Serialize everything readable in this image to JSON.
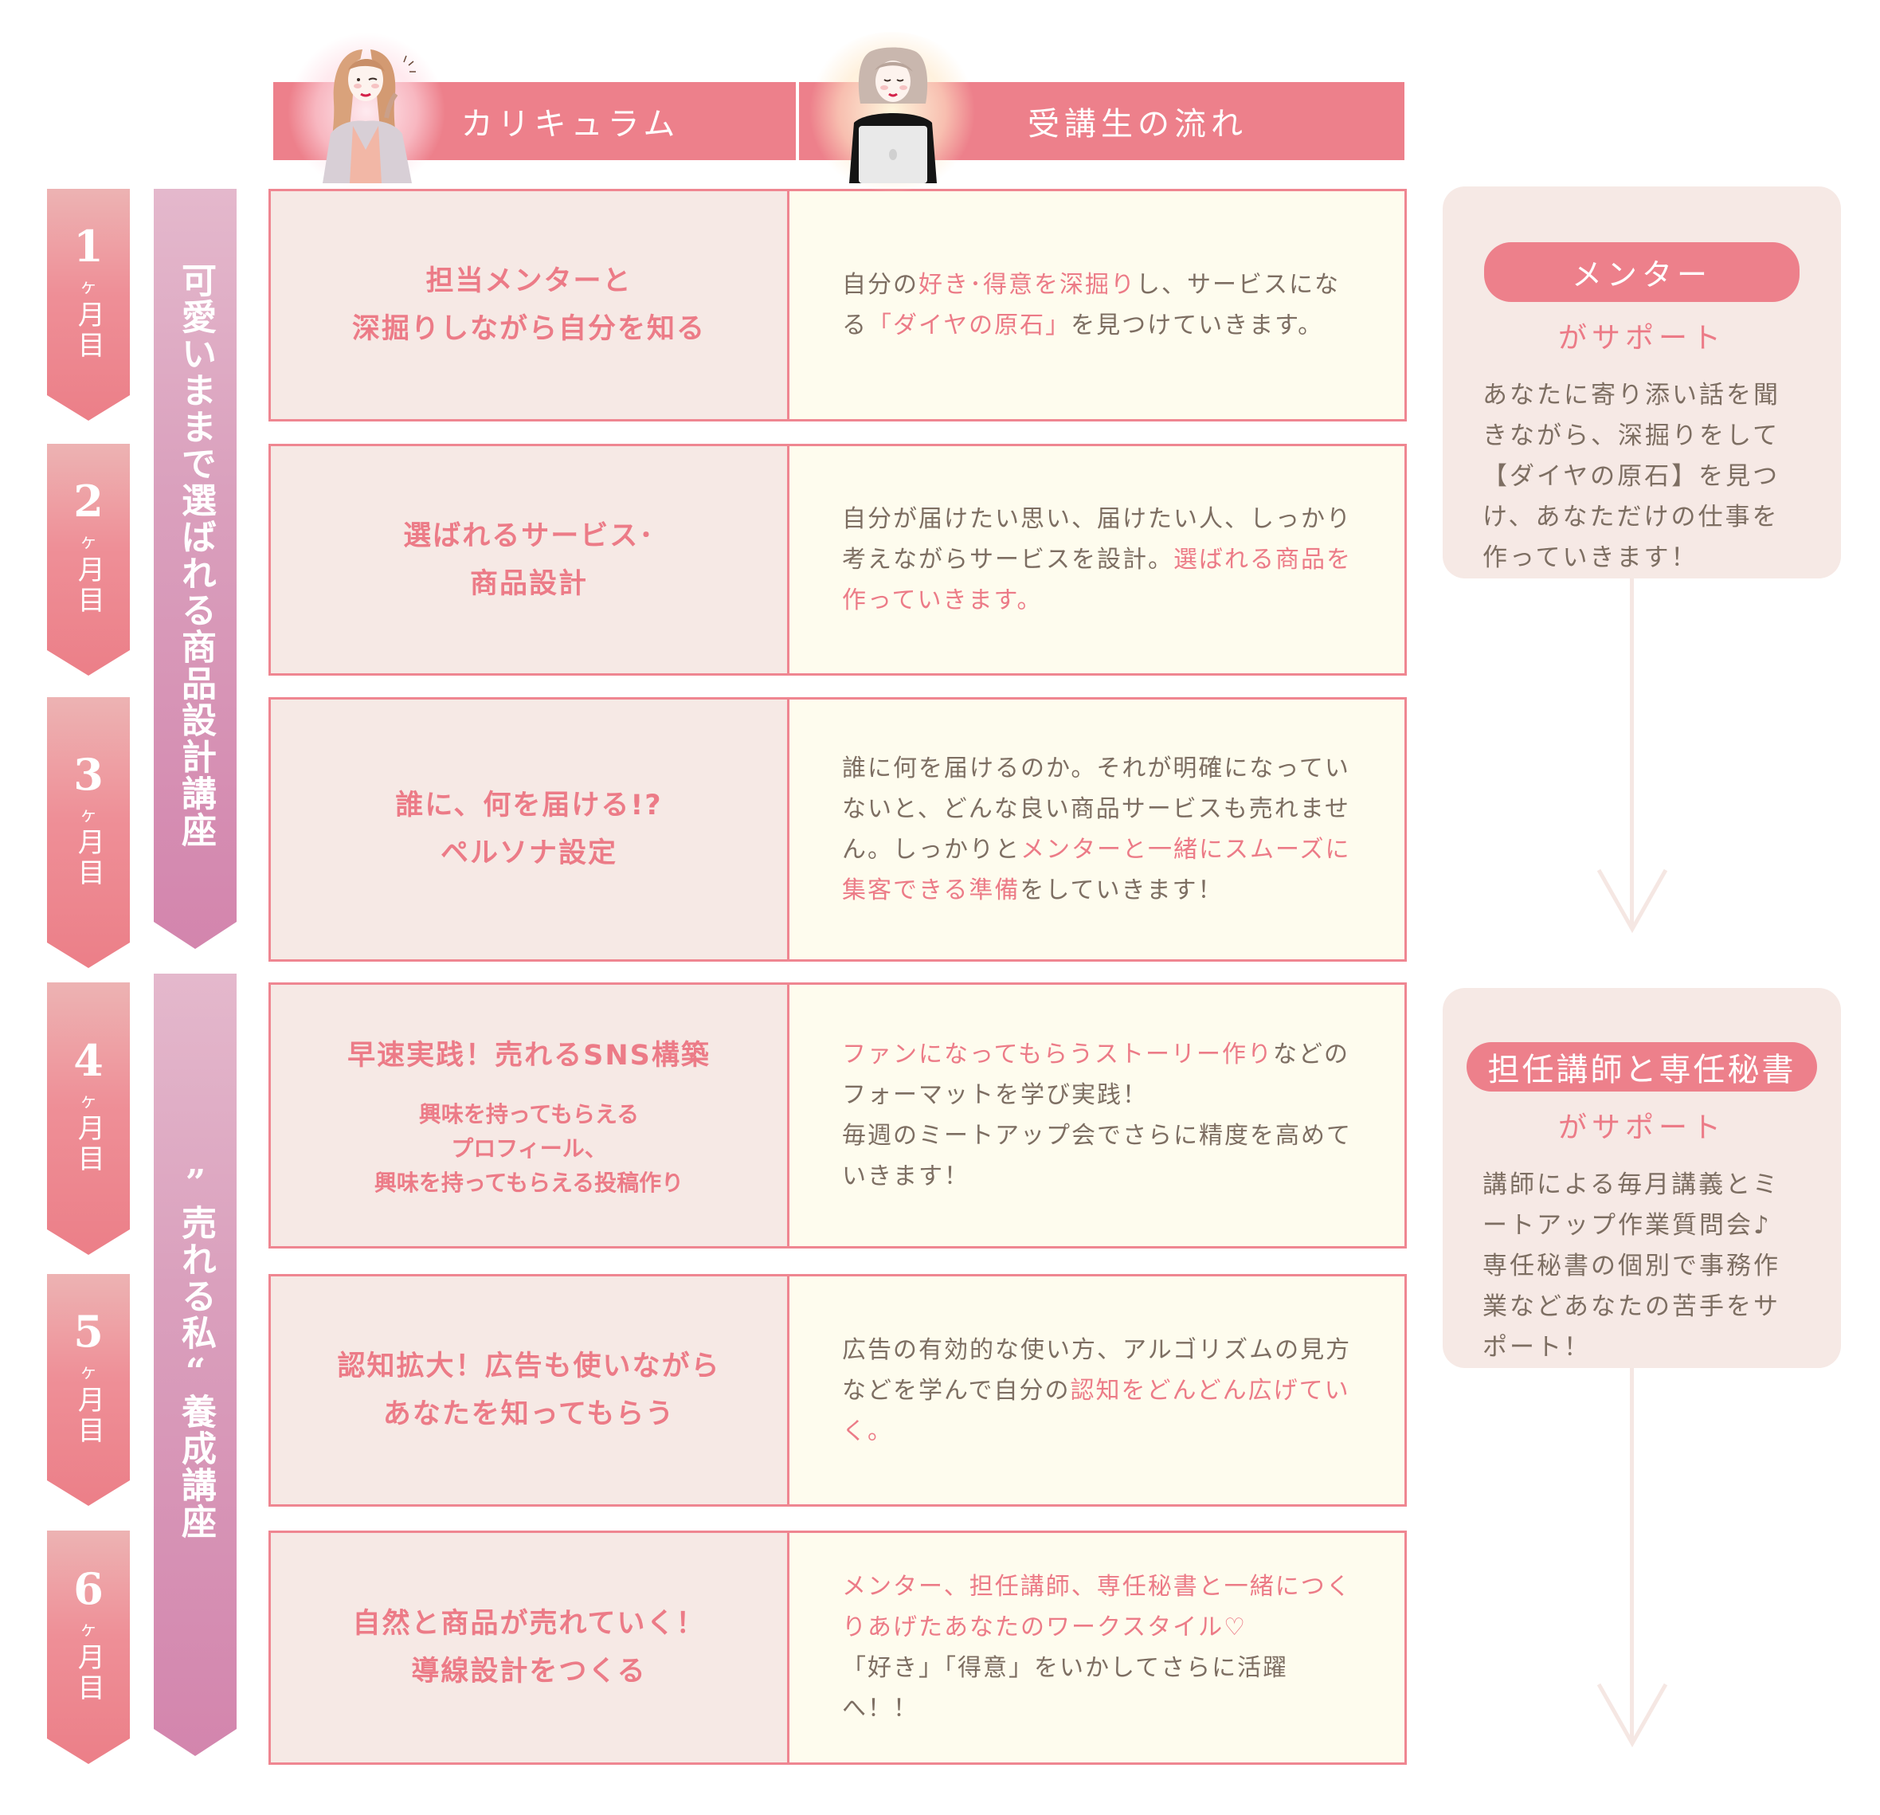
{
  "header": {
    "curriculum_label": "カリキュラム",
    "flow_label": "受講生の流れ"
  },
  "months": [
    {
      "num": "1",
      "ke": "ヶ",
      "unit": "月目"
    },
    {
      "num": "2",
      "ke": "ヶ",
      "unit": "月目"
    },
    {
      "num": "3",
      "ke": "ヶ",
      "unit": "月目"
    },
    {
      "num": "4",
      "ke": "ヶ",
      "unit": "月目"
    },
    {
      "num": "5",
      "ke": "ヶ",
      "unit": "月目"
    },
    {
      "num": "6",
      "ke": "ヶ",
      "unit": "月目"
    }
  ],
  "courses": [
    {
      "label": "可愛いままで選ばれる商品設計講座"
    },
    {
      "label": "”売れる私“養成講座"
    }
  ],
  "rows": [
    {
      "title_lines": [
        "担当メンターと",
        "深掘りしながら自分を知る"
      ],
      "desc": [
        {
          "t": "自分の"
        },
        {
          "t": "好き･得意を深掘り",
          "hl": true
        },
        {
          "t": "し、サービスになる"
        },
        {
          "t": "「ダイヤの原石」",
          "hl": true
        },
        {
          "t": "を見つけていきます。"
        }
      ]
    },
    {
      "title_lines": [
        "選ばれるサービス･",
        "商品設計"
      ],
      "desc": [
        {
          "t": "自分が届けたい思い、届けたい人、しっかり考えながらサービスを設計。"
        },
        {
          "t": "選ばれる商品を作っていきます。",
          "hl": true
        }
      ]
    },
    {
      "title_lines": [
        "誰に、何を届ける!?",
        "ペルソナ設定"
      ],
      "desc": [
        {
          "t": "誰に何を届けるのか。それが明確になっていないと、どんな良い商品サービスも売れません。しっかりと"
        },
        {
          "t": "メンターと一緒にスムーズに集客できる準備",
          "hl": true
        },
        {
          "t": "をしていきます！"
        }
      ]
    },
    {
      "title_lines": [
        "早速実践！売れるSNS構築"
      ],
      "sub_lines": [
        "興味を持ってもらえる",
        "プロフィール、",
        "興味を持ってもらえる投稿作り"
      ],
      "desc": [
        {
          "t": "ファンになってもらうストーリー作り",
          "hl": true
        },
        {
          "t": "などのフォーマットを学び実践！"
        },
        {
          "br": true
        },
        {
          "t": "毎週のミートアップ会でさらに精度を高めていきます！"
        }
      ]
    },
    {
      "title_lines": [
        "認知拡大！広告も使いながら",
        "あなたを知ってもらう"
      ],
      "desc": [
        {
          "t": "広告の有効的な使い方、アルゴリズムの見方などを学んで自分の"
        },
        {
          "t": "認知をどんどん広げていく。",
          "hl": true
        }
      ]
    },
    {
      "title_lines": [
        "自然と商品が売れていく！",
        "導線設計をつくる"
      ],
      "desc": [
        {
          "t": "メンター、担任講師、専任秘書と一緒につくりあげたあなたのワークスタイル♡",
          "hl": true
        },
        {
          "br": true
        },
        {
          "t": "「好き」「得意」をいかしてさらに活躍へ！！"
        }
      ]
    }
  ],
  "support": [
    {
      "role": "メンター",
      "by": "がサポート",
      "desc": "あなたに寄り添い話を聞きながら、深掘りをして【ダイヤの原石】を見つけ、あなただけの仕事を作っていきます！"
    },
    {
      "role": "担任講師と専任秘書",
      "by": "がサポート",
      "desc_lines": [
        "講師による毎月講義とミートアップ作業質問会♪",
        "専任秘書の個別で事務作業などあなたの苦手をサポート！"
      ]
    }
  ],
  "colors": {
    "accent": "#ed808b",
    "row_border": "#ef8691",
    "left_cell_bg": "#f6e9e5",
    "right_cell_bg": "#fefcee",
    "body_text": "#7d6e62",
    "course_banner": "#d385ad",
    "flow_line": "#f5e7e3"
  }
}
